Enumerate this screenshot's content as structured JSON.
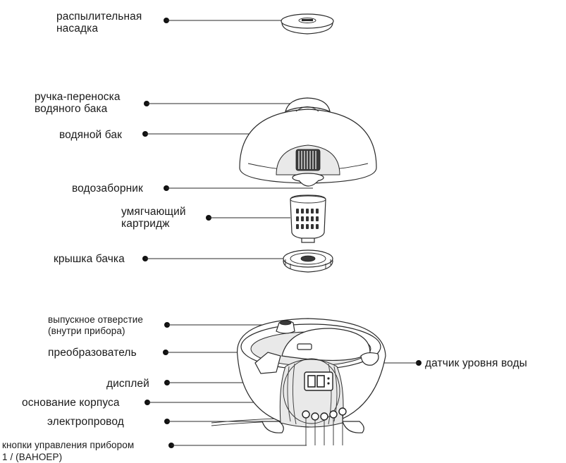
{
  "labels": {
    "nozzle": "распылительная\nнасадка",
    "handle": "ручка-переноска\nводяного бака",
    "tank": "водяной бак",
    "intake": "водозаборник",
    "cartridge": "умягчающий\nкартридж",
    "tank_lid": "крышка бачка",
    "outlet": "выпускное отверстие\n(внутри прибора)",
    "transducer": "преобразователь",
    "water_sensor": "датчик уровня воды",
    "display": "дисплей",
    "base": "основание корпуса",
    "cord": "электропровод",
    "controls": "кнопки управления прибором",
    "controls_cut": "1 / (BAHOEP)"
  }
}
